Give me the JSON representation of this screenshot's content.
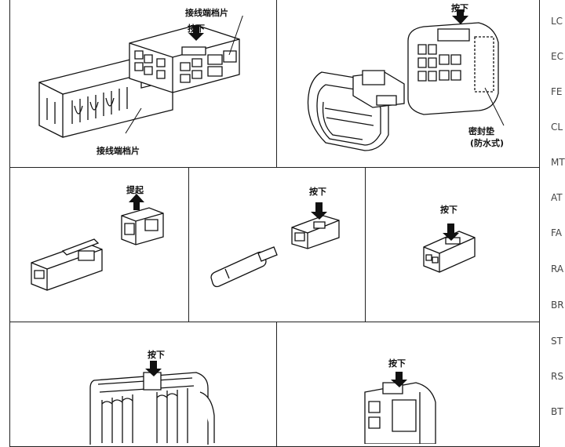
{
  "panels": {
    "p1": {
      "press": "按下",
      "tab_top": "接线端档片",
      "tab_bottom": "接线端档片"
    },
    "p2": {
      "press": "按下",
      "seal_line1": "密封垫",
      "seal_line2": "(防水式)"
    },
    "p3": {
      "lift": "提起"
    },
    "p4": {
      "press": "按下"
    },
    "p5": {
      "press": "按下"
    },
    "p6": {
      "press": "按下"
    },
    "p7": {
      "press": "按下"
    }
  },
  "side_tabs": [
    "LC",
    "EC",
    "FE",
    "CL",
    "MT",
    "AT",
    "FA",
    "RA",
    "BR",
    "ST",
    "RS",
    "BT"
  ]
}
